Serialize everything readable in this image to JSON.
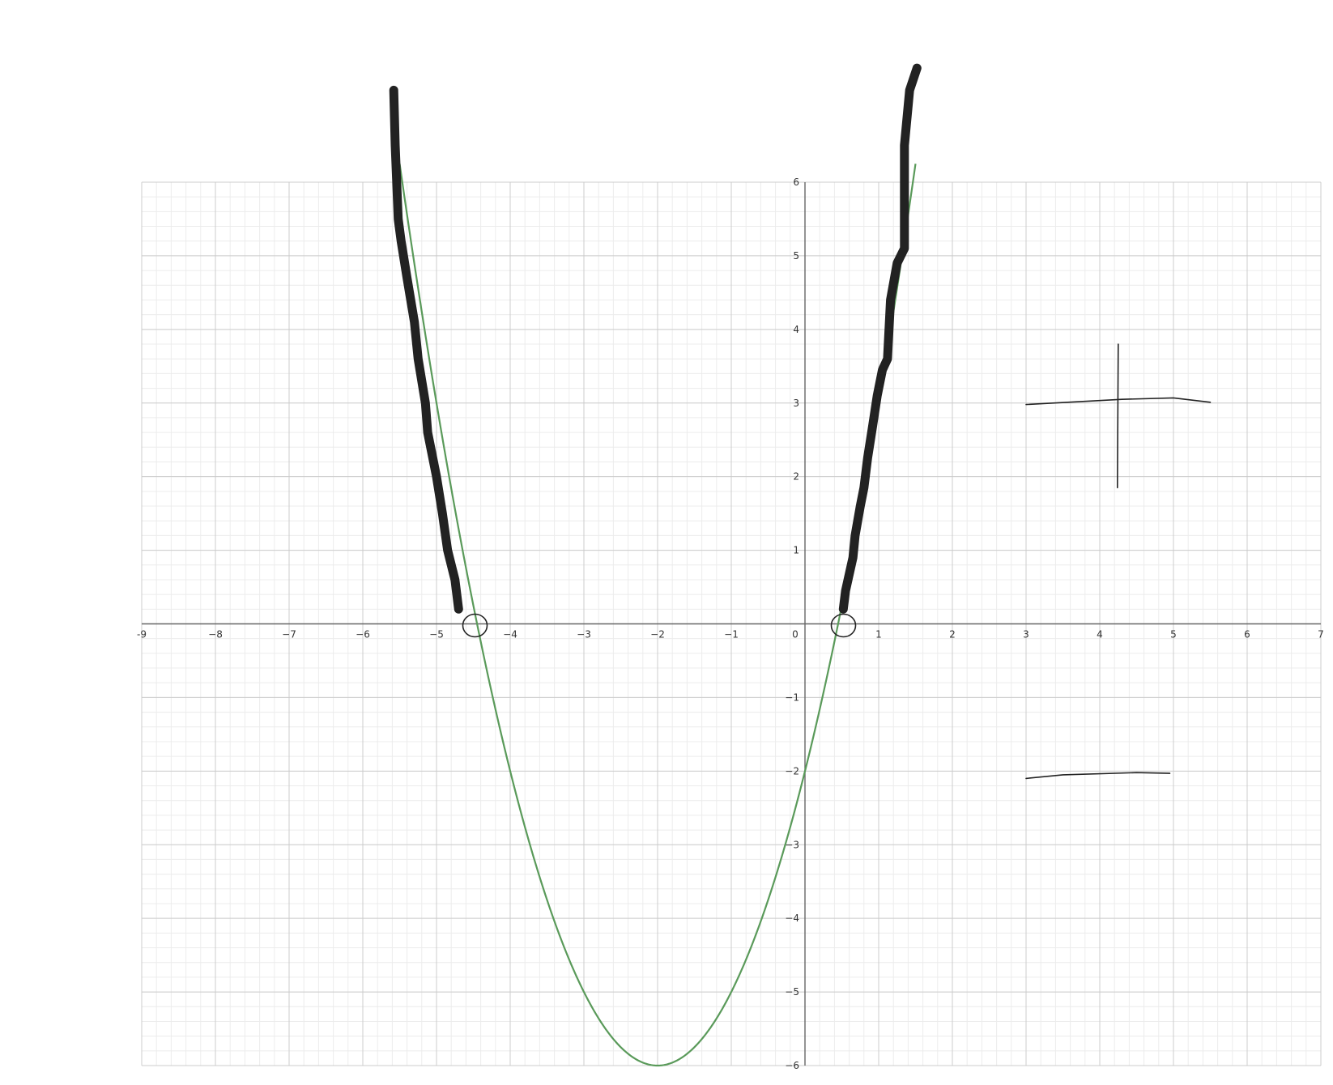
{
  "chart_data": {
    "type": "line",
    "xlim": [
      -9,
      7
    ],
    "ylim": [
      -6,
      6
    ],
    "grid": true,
    "minor_grid_subdivisions": 5,
    "x_ticks": [
      -9,
      -8,
      -7,
      -6,
      -5,
      -4,
      -3,
      -2,
      -1,
      0,
      1,
      2,
      3,
      4,
      5,
      6,
      7
    ],
    "x_tick_labels": [
      "-9",
      "−8",
      "−7",
      "−6",
      "−5",
      "−4",
      "−3",
      "−2",
      "−1",
      "0",
      "1",
      "2",
      "3",
      "4",
      "5",
      "6",
      "7"
    ],
    "y_ticks": [
      6,
      5,
      4,
      3,
      2,
      1,
      -1,
      -2,
      -3,
      -4,
      -5,
      -6
    ],
    "y_tick_labels": [
      "6",
      "5",
      "4",
      "3",
      "2",
      "1",
      "−1",
      "−2",
      "−3",
      "−4",
      "−5",
      "−6"
    ],
    "series": [
      {
        "kind": "function",
        "expression": "y = (x + 2)^2 - 6",
        "color": "#5a9a5a",
        "domain": [
          -5.5,
          1.5
        ],
        "vertex": [
          -2,
          -6
        ],
        "roots": [
          -4.449,
          0.449
        ],
        "y_intercept": -2
      },
      {
        "kind": "ink-stroke",
        "color": "#222222",
        "thickness": "heavy",
        "points": [
          [
            -5.58,
            7.25
          ],
          [
            -5.56,
            6.5
          ],
          [
            -5.52,
            5.5
          ],
          [
            -5.48,
            5.2
          ],
          [
            -5.4,
            4.7
          ],
          [
            -5.3,
            4.1
          ],
          [
            -5.25,
            3.6
          ],
          [
            -5.15,
            3.0
          ],
          [
            -5.12,
            2.6
          ],
          [
            -5.0,
            2.0
          ],
          [
            -4.92,
            1.5
          ],
          [
            -4.85,
            1.0
          ],
          [
            -4.75,
            0.6
          ],
          [
            -4.7,
            0.2
          ]
        ]
      },
      {
        "kind": "ink-stroke",
        "color": "#222222",
        "thickness": "heavy",
        "points": [
          [
            0.52,
            0.2
          ],
          [
            0.55,
            0.45
          ],
          [
            0.65,
            0.9
          ],
          [
            0.68,
            1.2
          ],
          [
            0.75,
            1.6
          ],
          [
            0.8,
            1.85
          ],
          [
            0.85,
            2.25
          ],
          [
            0.92,
            2.7
          ],
          [
            0.98,
            3.1
          ],
          [
            1.05,
            3.45
          ],
          [
            1.12,
            3.6
          ],
          [
            1.16,
            4.4
          ],
          [
            1.25,
            4.9
          ],
          [
            1.35,
            5.1
          ],
          [
            1.35,
            6.5
          ],
          [
            1.42,
            7.25
          ],
          [
            1.52,
            7.55
          ]
        ]
      }
    ],
    "annotations": [
      {
        "kind": "open-circle",
        "at": [
          -4.5,
          0.0
        ]
      },
      {
        "kind": "open-circle",
        "at": [
          0.5,
          0.0
        ]
      },
      {
        "kind": "plus-sign",
        "horizontal": [
          [
            3.0,
            2.98
          ],
          [
            4.3,
            3.05
          ],
          [
            5.0,
            3.07
          ],
          [
            5.5,
            3.01
          ]
        ],
        "vertical": [
          [
            4.25,
            3.8
          ],
          [
            4.24,
            1.85
          ]
        ]
      },
      {
        "kind": "minus-sign",
        "stroke": [
          [
            3.0,
            -2.1
          ],
          [
            3.5,
            -2.05
          ],
          [
            4.5,
            -2.02
          ],
          [
            4.95,
            -2.03
          ]
        ]
      }
    ],
    "colors": {
      "grid_major": "#cccccc",
      "grid_minor": "#ececec",
      "axis": "#666666",
      "curve": "#5a9a5a",
      "ink": "#222222"
    }
  }
}
